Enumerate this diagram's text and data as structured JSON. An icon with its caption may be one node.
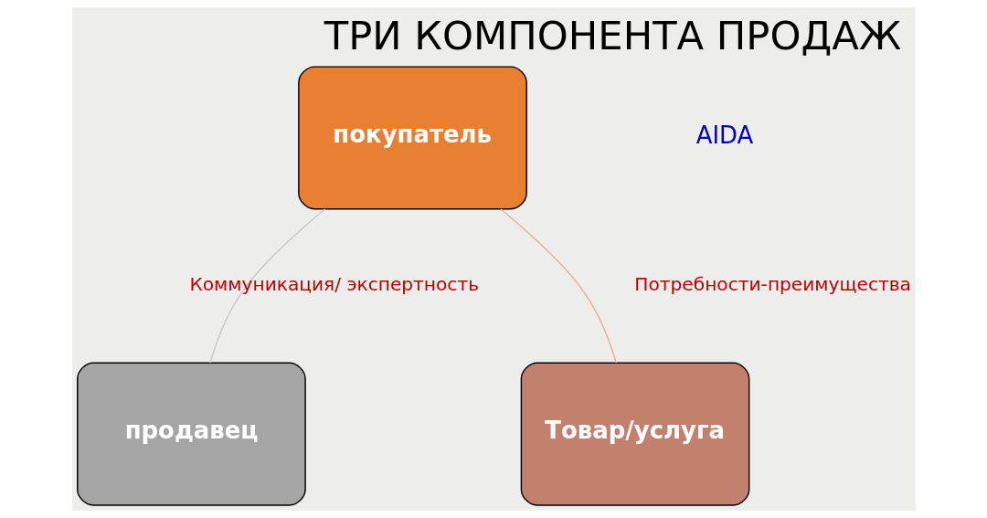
{
  "diagram": {
    "title": "ТРИ КОМПОНЕНТА ПРОДАЖ",
    "nodes": [
      {
        "text": [
          "покупатель"
        ]
      },
      {
        "text": [
          "продавец"
        ]
      },
      {
        "text": [
          "Товар/услуга"
        ]
      }
    ],
    "edges": [
      {
        "from": 0,
        "to": 1,
        "arrow": "none",
        "label": "Коммуникация/ экспертность",
        "color": "#c8c8c8"
      },
      {
        "from": 0,
        "to": 2,
        "arrow": "none",
        "label": "Потребности-преимущества",
        "color": "#e8b48c"
      }
    ],
    "labels": [
      "AIDA"
    ]
  }
}
